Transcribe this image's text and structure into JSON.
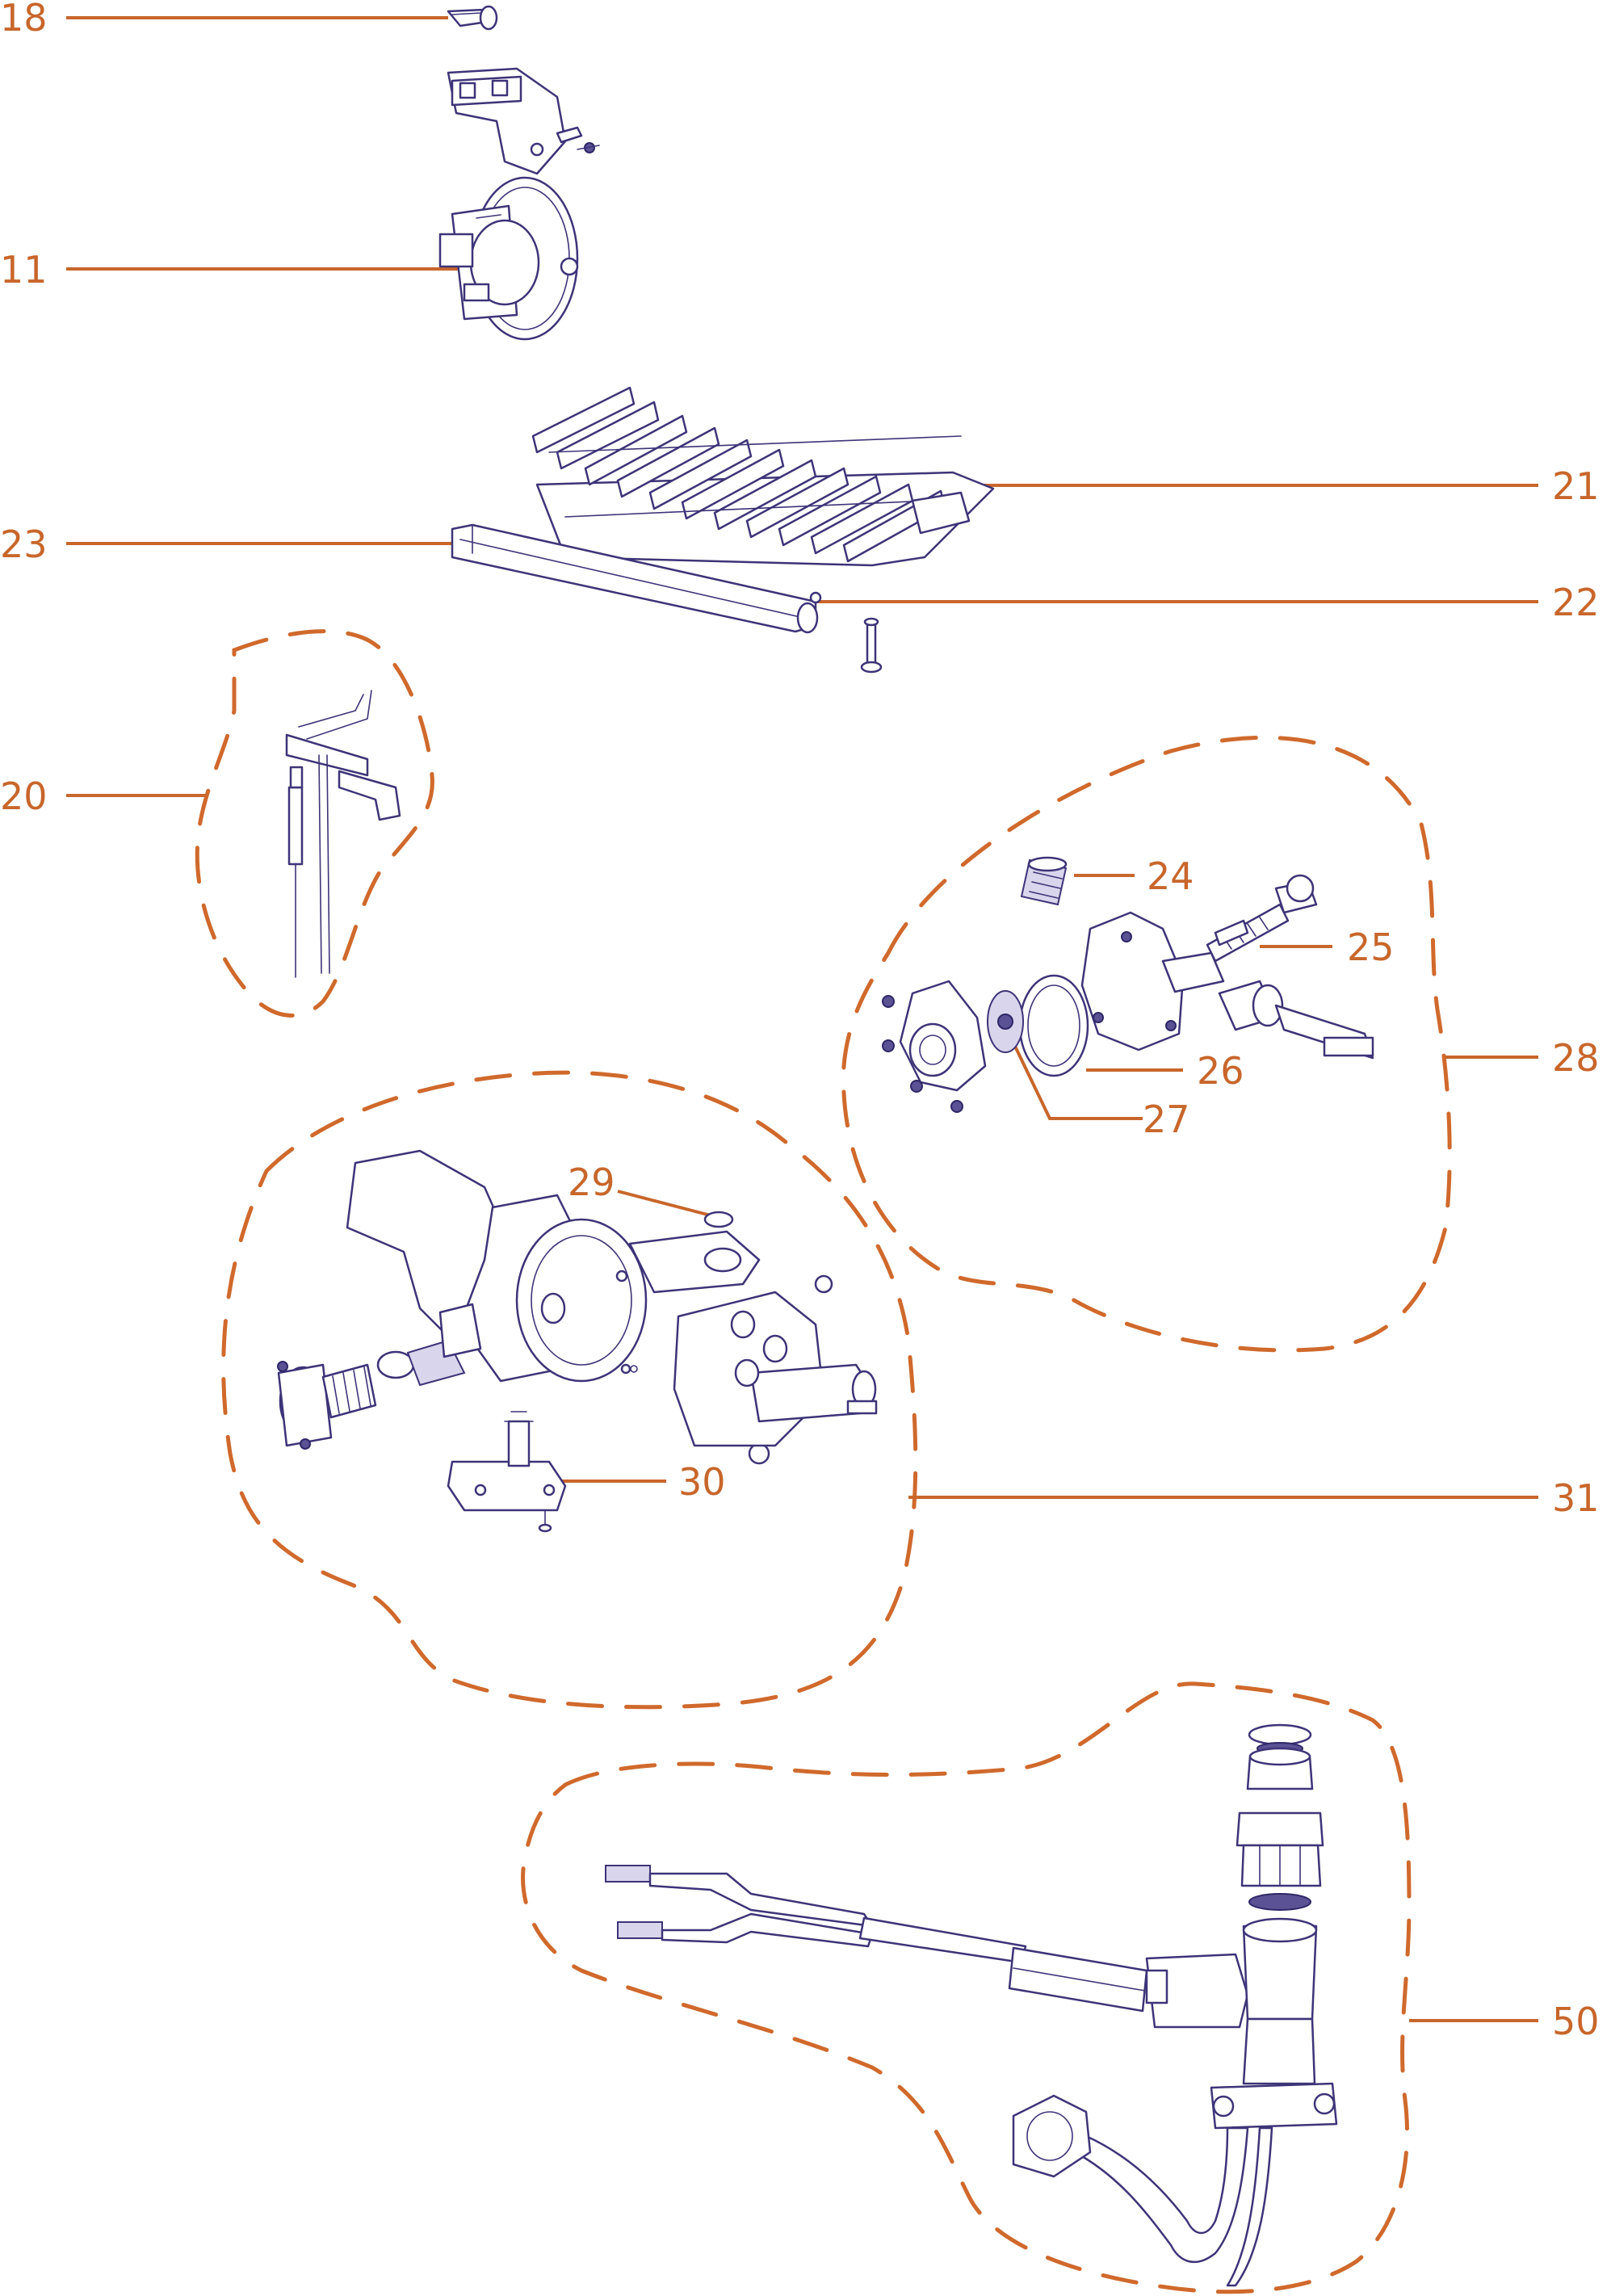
{
  "callouts": [
    {
      "id": "18",
      "text": "18"
    },
    {
      "id": "11",
      "text": "11"
    },
    {
      "id": "21",
      "text": "21"
    },
    {
      "id": "23",
      "text": "23"
    },
    {
      "id": "22",
      "text": "22"
    },
    {
      "id": "20",
      "text": "20"
    },
    {
      "id": "24",
      "text": "24"
    },
    {
      "id": "25",
      "text": "25"
    },
    {
      "id": "28",
      "text": "28"
    },
    {
      "id": "26",
      "text": "26"
    },
    {
      "id": "27",
      "text": "27"
    },
    {
      "id": "29",
      "text": "29"
    },
    {
      "id": "30",
      "text": "30"
    },
    {
      "id": "31",
      "text": "31"
    },
    {
      "id": "50",
      "text": "50"
    }
  ],
  "colors": {
    "callout": "#c8662b",
    "line_art": "#3d3478"
  }
}
